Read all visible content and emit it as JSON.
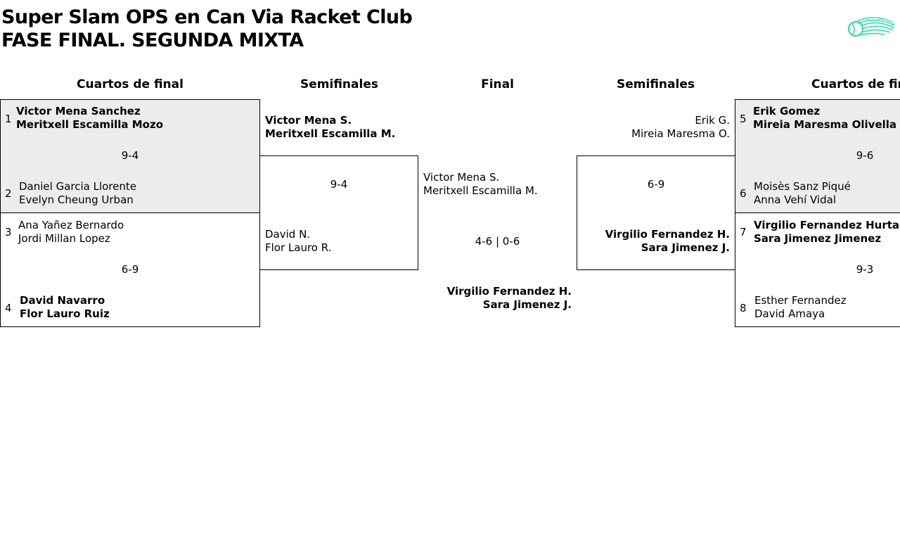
{
  "header": {
    "title": "Super Slam OPS en Can Via Racket Club",
    "subtitle": "FASE FINAL. SEGUNDA MIXTA"
  },
  "rounds": {
    "left_qf": "Cuartos de final",
    "left_sf": "Semifinales",
    "final": "Final",
    "right_sf": "Semifinales",
    "right_qf": "Cuartos de final"
  },
  "quarterfinals_left": [
    {
      "score": "9-4",
      "team_a": {
        "seed": "1",
        "p1": "Victor Mena Sanchez",
        "p2": "Meritxell Escamilla Mozo"
      },
      "team_b": {
        "seed": "2",
        "p1": "Daniel Garcia Llorente",
        "p2": "Evelyn Cheung Urban"
      }
    },
    {
      "score": "6-9",
      "team_a": {
        "seed": "3",
        "p1": "Ana Yañez Bernardo",
        "p2": "Jordi Millan Lopez"
      },
      "team_b": {
        "seed": "4",
        "p1": "David Navarro",
        "p2": "Flor Lauro Ruiz"
      }
    }
  ],
  "quarterfinals_right": [
    {
      "score": "9-6",
      "team_a": {
        "seed": "5",
        "p1": "Erik Gomez",
        "p2": "Mireia Maresma Olivella"
      },
      "team_b": {
        "seed": "6",
        "p1": "Moisès Sanz Piqué",
        "p2": "Anna Vehí Vidal"
      }
    },
    {
      "score": "9-3",
      "team_a": {
        "seed": "7",
        "p1": "Virgilio Fernandez Hurtado",
        "p2": "Sara Jimenez Jimenez"
      },
      "team_b": {
        "seed": "8",
        "p1": "Esther Fernandez",
        "p2": "David Amaya"
      }
    }
  ],
  "semifinal_left": {
    "score": "9-4",
    "team_a": {
      "p1": "Victor Mena S.",
      "p2": "Meritxell Escamilla M."
    },
    "team_b": {
      "p1": "David N.",
      "p2": "Flor Lauro R."
    }
  },
  "semifinal_right": {
    "score": "6-9",
    "team_a": {
      "p1": "Erik G.",
      "p2": "Mireia Maresma O."
    },
    "team_b": {
      "p1": "Virgilio Fernandez H.",
      "p2": "Sara Jimenez J."
    }
  },
  "final": {
    "score": "4-6 | 0-6",
    "team_a": {
      "p1": "Victor Mena S.",
      "p2": "Meritxell Escamilla M."
    },
    "team_b": {
      "p1": "Virgilio Fernandez H.",
      "p2": "Sara Jimenez J."
    }
  },
  "logo_icon": "tennis-ball-logo-icon",
  "accent_color": "#2de0a7"
}
